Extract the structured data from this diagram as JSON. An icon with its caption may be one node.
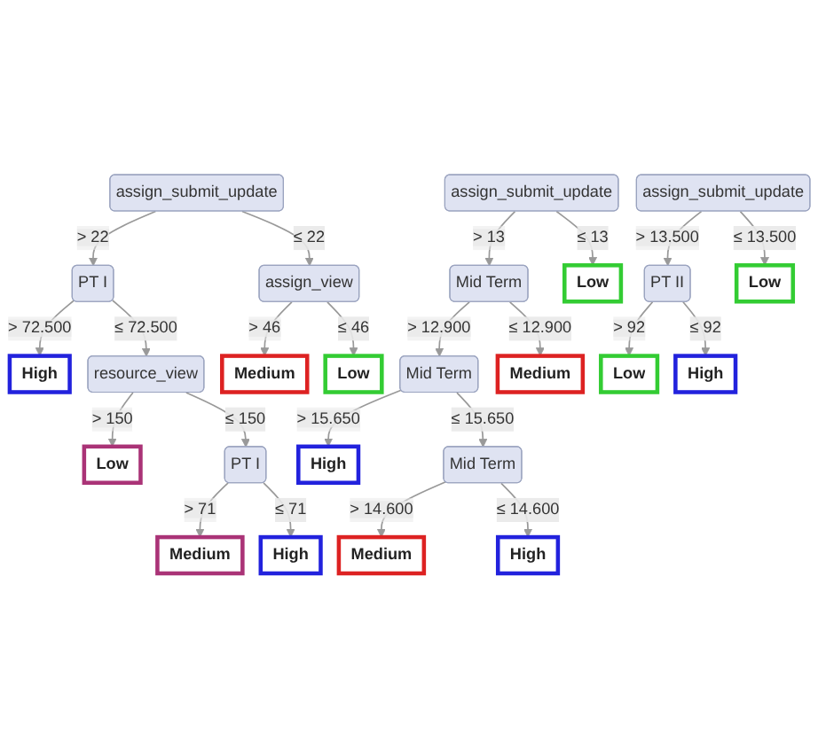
{
  "diagram": {
    "nodes": [
      {
        "text": [
          "assign_submit_update"
        ]
      },
      {
        "text": [
          "PT I"
        ]
      },
      {
        "text": [
          "assign_view"
        ]
      },
      {
        "text": [
          "High"
        ]
      },
      {
        "text": [
          "resource_view"
        ]
      },
      {
        "text": [
          "Medium"
        ]
      },
      {
        "text": [
          "Low"
        ]
      },
      {
        "text": [
          "Low"
        ]
      },
      {
        "text": [
          "PT I"
        ]
      },
      {
        "text": [
          "Medium"
        ]
      },
      {
        "text": [
          "High"
        ]
      },
      {
        "text": [
          "assign_submit_update"
        ]
      },
      {
        "text": [
          "Mid Term"
        ]
      },
      {
        "text": [
          "Low"
        ]
      },
      {
        "text": [
          "Mid Term"
        ]
      },
      {
        "text": [
          "Medium"
        ]
      },
      {
        "text": [
          "High"
        ]
      },
      {
        "text": [
          "Mid Term"
        ]
      },
      {
        "text": [
          "Medium"
        ]
      },
      {
        "text": [
          "High"
        ]
      },
      {
        "text": [
          "assign_submit_update"
        ]
      },
      {
        "text": [
          "PT II"
        ]
      },
      {
        "text": [
          "Low"
        ]
      },
      {
        "text": [
          "Low"
        ]
      },
      {
        "text": [
          "High"
        ]
      }
    ],
    "edges": [
      {
        "from": 0,
        "to": 1,
        "arrow": "to",
        "label": "> 22"
      },
      {
        "from": 0,
        "to": 2,
        "arrow": "to",
        "label": "≤ 22"
      },
      {
        "from": 1,
        "to": 3,
        "arrow": "to",
        "label": "> 72.500"
      },
      {
        "from": 1,
        "to": 4,
        "arrow": "to",
        "label": "≤ 72.500"
      },
      {
        "from": 2,
        "to": 5,
        "arrow": "to",
        "label": "> 46"
      },
      {
        "from": 2,
        "to": 6,
        "arrow": "to",
        "label": "≤ 46"
      },
      {
        "from": 4,
        "to": 7,
        "arrow": "to",
        "label": "> 150"
      },
      {
        "from": 4,
        "to": 8,
        "arrow": "to",
        "label": "≤ 150"
      },
      {
        "from": 8,
        "to": 9,
        "arrow": "to",
        "label": "> 71"
      },
      {
        "from": 8,
        "to": 10,
        "arrow": "to",
        "label": "≤ 71"
      },
      {
        "from": 11,
        "to": 12,
        "arrow": "to",
        "label": "> 13"
      },
      {
        "from": 11,
        "to": 13,
        "arrow": "to",
        "label": "≤ 13"
      },
      {
        "from": 12,
        "to": 14,
        "arrow": "to",
        "label": "> 12.900"
      },
      {
        "from": 12,
        "to": 15,
        "arrow": "to",
        "label": "≤ 12.900"
      },
      {
        "from": 14,
        "to": 16,
        "arrow": "to",
        "label": "> 15.650"
      },
      {
        "from": 14,
        "to": 17,
        "arrow": "to",
        "label": "≤ 15.650"
      },
      {
        "from": 17,
        "to": 18,
        "arrow": "to",
        "label": "> 14.600"
      },
      {
        "from": 17,
        "to": 19,
        "arrow": "to",
        "label": "≤ 14.600"
      },
      {
        "from": 20,
        "to": 21,
        "arrow": "to",
        "label": "> 13.500"
      },
      {
        "from": 20,
        "to": 22,
        "arrow": "to",
        "label": "≤ 13.500"
      },
      {
        "from": 21,
        "to": 23,
        "arrow": "to",
        "label": "> 92"
      },
      {
        "from": 21,
        "to": 24,
        "arrow": "to",
        "label": "≤ 92"
      }
    ]
  }
}
